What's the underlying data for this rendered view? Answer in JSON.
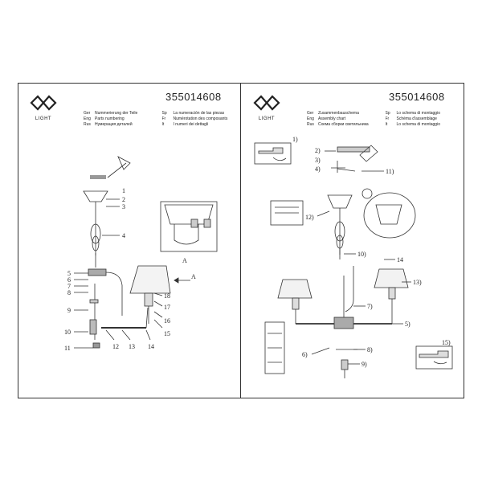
{
  "brand": {
    "word": "LIGHT"
  },
  "left_panel": {
    "code": "355014608",
    "languages": [
      {
        "code_a": "Ger",
        "text_a": "Nummerierung der Teile",
        "code_b": "Sp",
        "text_b": "La numeración de las piezas"
      },
      {
        "code_a": "Eng",
        "text_a": "Parts numbering",
        "code_b": "Fr",
        "text_b": "Numérotation des composants"
      },
      {
        "code_a": "Rus",
        "text_a": "Нумерация деталей",
        "code_b": "It",
        "text_b": "I numeri dei dettagli"
      }
    ],
    "callouts": [
      "1",
      "2",
      "3",
      "4",
      "5",
      "6",
      "7",
      "8",
      "9",
      "10",
      "11",
      "12",
      "13",
      "14",
      "15",
      "16",
      "17",
      "18"
    ],
    "detail_label": "A",
    "arrow_label": "A"
  },
  "right_panel": {
    "code": "355014608",
    "languages": [
      {
        "code_a": "Ger",
        "text_a": "Zusammenbauschema",
        "code_b": "Sp",
        "text_b": "Lo schema di montaggio"
      },
      {
        "code_a": "Eng",
        "text_a": "Assembly chart",
        "code_b": "Fr",
        "text_b": "Schéma d'assemblage"
      },
      {
        "code_a": "Rus",
        "text_a": "Схема сборки светильника",
        "code_b": "It",
        "text_b": "Lo schema di montaggio"
      }
    ],
    "callouts": [
      "1)",
      "2)",
      "3)",
      "4)",
      "11)",
      "12)",
      "10)",
      "14",
      "13)",
      "7)",
      "5)",
      "6)",
      "8)",
      "9)",
      "15)"
    ]
  }
}
